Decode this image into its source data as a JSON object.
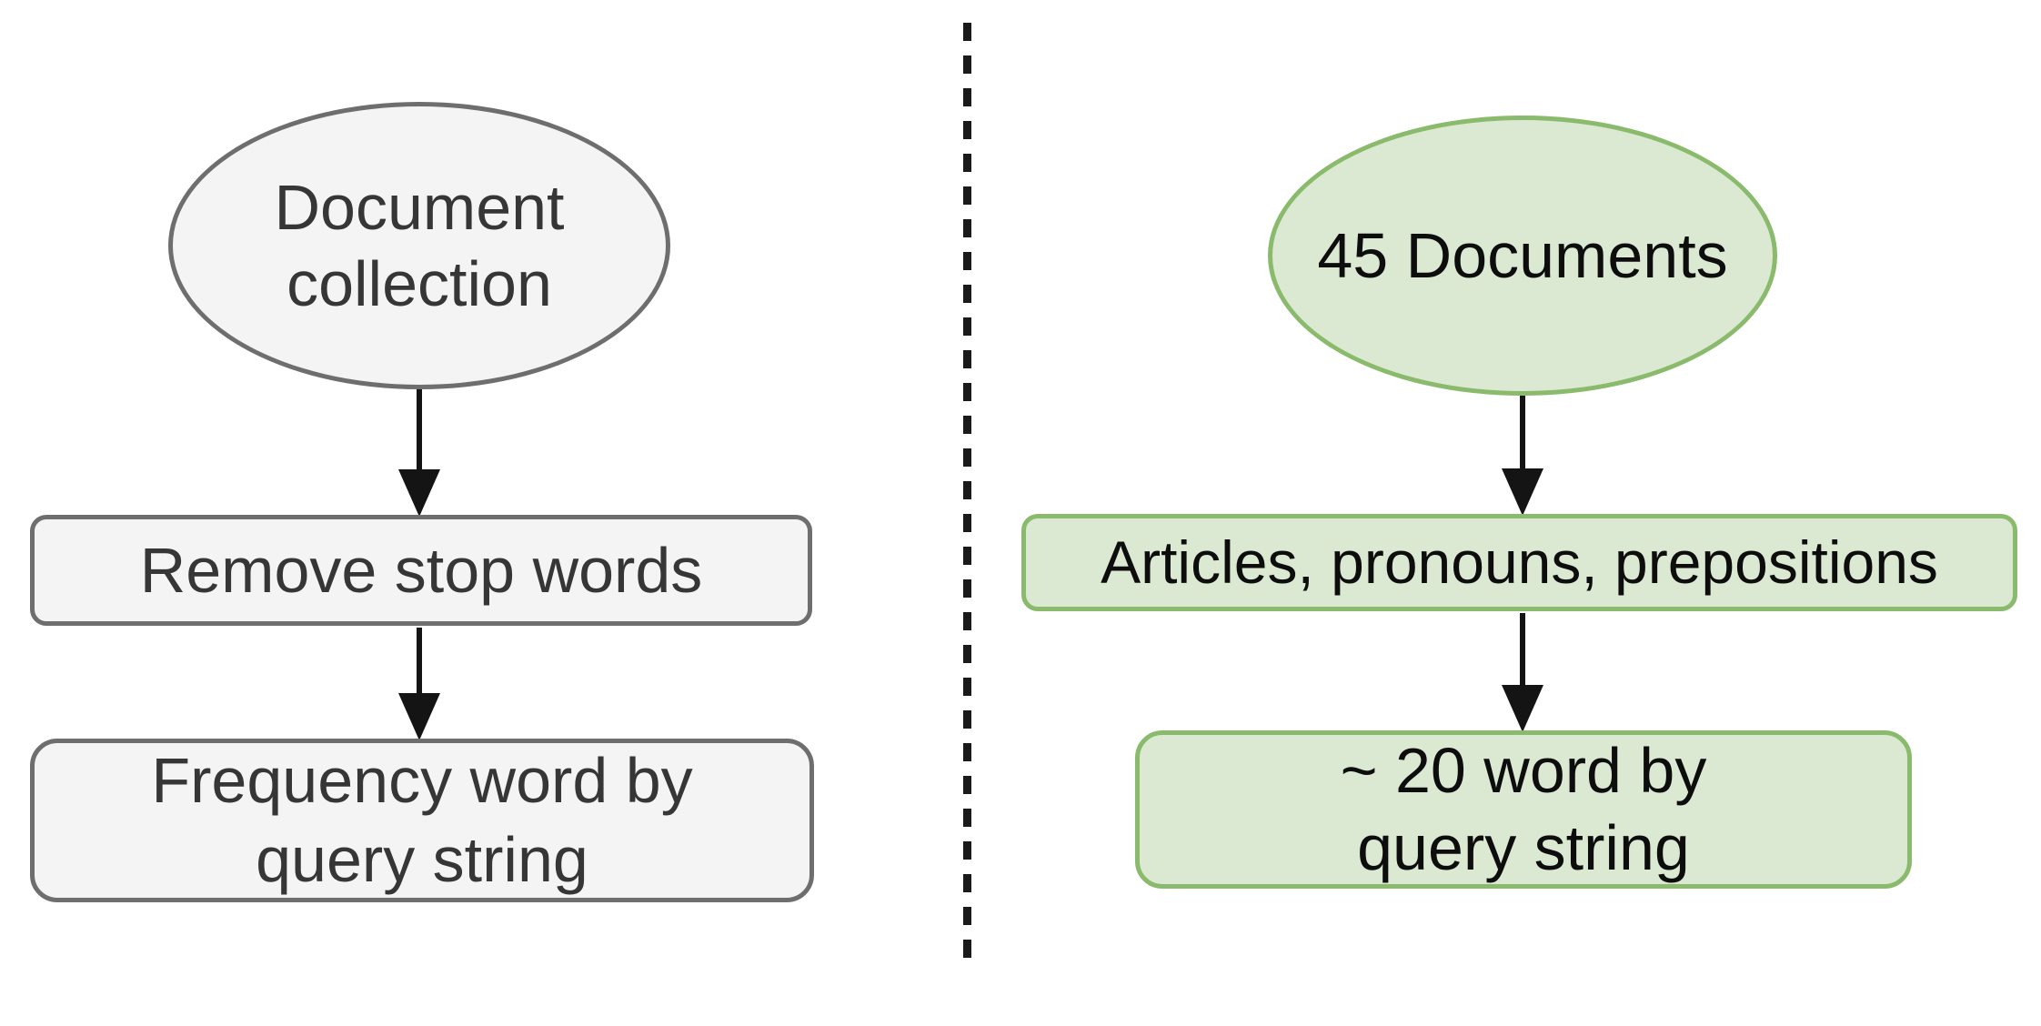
{
  "diagram": {
    "left_column": {
      "source": {
        "line1": "Document",
        "line2": "collection"
      },
      "step1": {
        "label": "Remove stop words"
      },
      "step2": {
        "line1": "Frequency word by",
        "line2": "query string"
      }
    },
    "right_column": {
      "source": {
        "label": "45 Documents"
      },
      "step1": {
        "label": "Articles, pronouns, prepositions"
      },
      "step2": {
        "line1": "~ 20 word by",
        "line2": "query string"
      }
    }
  },
  "colors": {
    "background": "#ffffff",
    "gray_fill": "#f4f4f4",
    "gray_border": "#6e6e6e",
    "green_fill": "#dbe8d2",
    "green_border": "#8aba6c",
    "text_left": "#363636",
    "text_right": "#0d0d0d",
    "arrow": "#141414",
    "divider": "#1a1a1a"
  }
}
